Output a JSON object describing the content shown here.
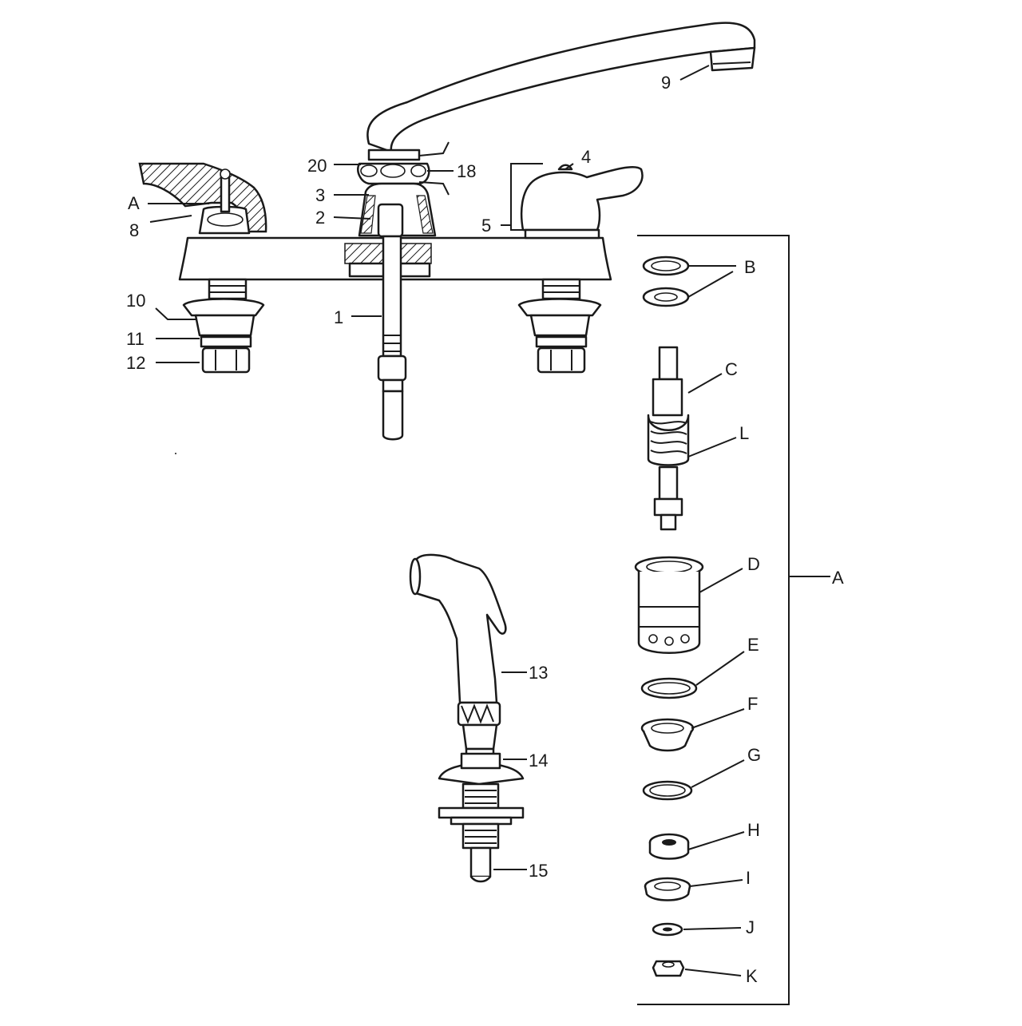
{
  "callouts": {
    "n1": "1",
    "n2": "2",
    "n3": "3",
    "n4": "4",
    "n5": "5",
    "n8": "8",
    "n9": "9",
    "n10": "10",
    "n11": "11",
    "n12": "12",
    "n13": "13",
    "n14": "14",
    "n15": "15",
    "n18": "18",
    "n20": "20",
    "a_left": "A",
    "a_group": "A"
  },
  "kit_parts": [
    "B",
    "C",
    "L",
    "D",
    "E",
    "F",
    "G",
    "H",
    "I",
    "J",
    "K"
  ]
}
